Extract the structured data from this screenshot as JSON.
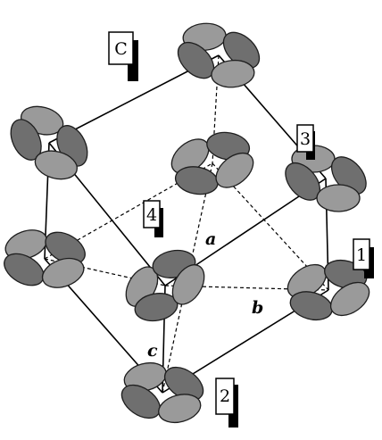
{
  "corner_labels": [
    "C",
    "3",
    "4",
    "1",
    "2"
  ],
  "axis_labels": [
    "a",
    "b",
    "c"
  ],
  "colors": {
    "edge": "#000000",
    "lobe_dark": "#6f6f6f",
    "lobe_light": "#9a9a9a",
    "background": "#ffffff"
  }
}
